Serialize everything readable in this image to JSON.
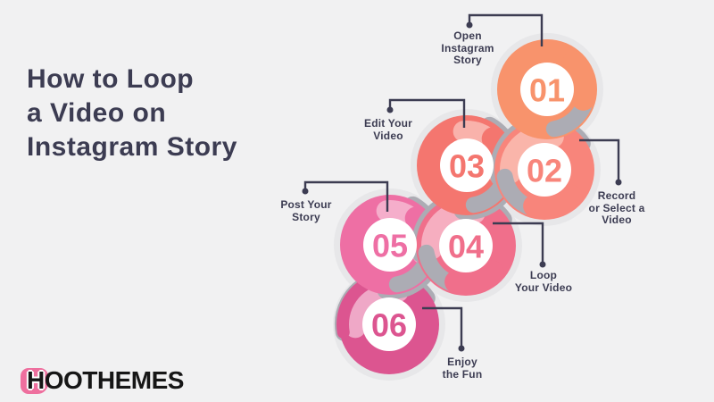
{
  "page": {
    "background": "#F1F1F2"
  },
  "title": {
    "text": "How to Loop\na Video on\nInstagram Story",
    "color": "#3C3C52"
  },
  "brand": {
    "name": "HOOTHEMES",
    "badge_letter": "H",
    "rest": "OOTHEMES",
    "badge_color": "#EE6F9E",
    "text_color": "#161616"
  },
  "colors": {
    "halo": "#E7E7E9",
    "swirl_gray": "#ACACB4",
    "inner_circle": "#FFFFFF",
    "label_text": "#3C3C52",
    "connector": "#3C3C52"
  },
  "steps": [
    {
      "number": "01",
      "label": "Open\nInstagram\nStory",
      "color": "#F8936C",
      "tint": "#FBC2AE"
    },
    {
      "number": "02",
      "label": "Record\nor Select a\nVideo",
      "color": "#F8857B",
      "tint": "#FAB5AA"
    },
    {
      "number": "03",
      "label": "Edit Your\nVideo",
      "color": "#F4766F",
      "tint": "#F9B2AB"
    },
    {
      "number": "04",
      "label": "Loop\nYour Video",
      "color": "#F06F8B",
      "tint": "#F6AEC0"
    },
    {
      "number": "05",
      "label": "Post Your\nStory",
      "color": "#EE6FA4",
      "tint": "#F5AECB"
    },
    {
      "number": "06",
      "label": "Enjoy\nthe Fun",
      "color": "#DC5590",
      "tint": "#EFA8C7"
    }
  ]
}
